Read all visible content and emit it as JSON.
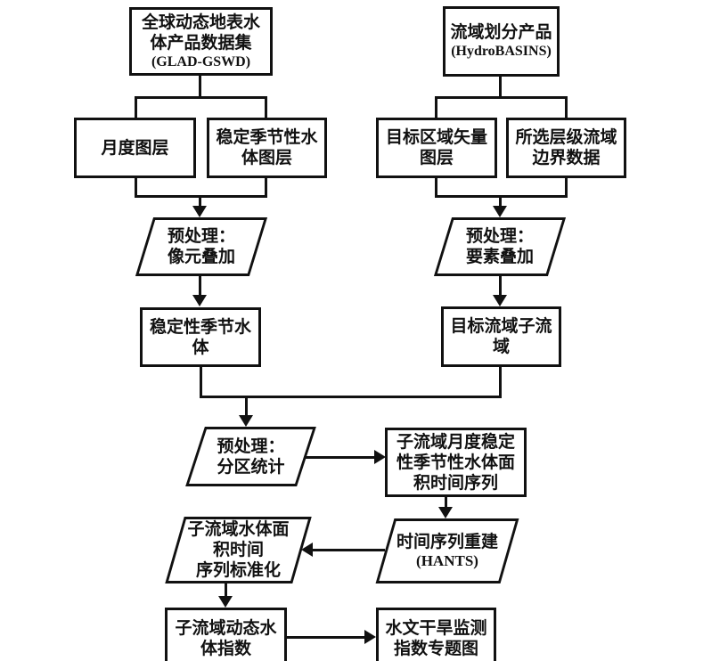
{
  "diagram": {
    "title": "水文干旱监测指数提取流程图",
    "type": "flowchart",
    "colors": {
      "line": "#111111",
      "background": "#ffffff"
    },
    "nodes": {
      "glad": {
        "text": "全球动态地表水\n体产品数据集",
        "sub": "(GLAD-GSWD)"
      },
      "hydro": {
        "text": "流域划分产品",
        "sub": "(HydroBASINS)"
      },
      "monthly": {
        "text": "月度图层"
      },
      "stable_layer": {
        "text": "稳定季节性水\n体图层"
      },
      "target_vector": {
        "text": "目标区域矢量\n图层"
      },
      "boundary": {
        "text": "所选层级流域\n边界数据"
      },
      "pre_pixel": {
        "text": "预处理：\n像元叠加"
      },
      "pre_element": {
        "text": "预处理：\n要素叠加"
      },
      "stable_water": {
        "text": "稳定性季节水\n体"
      },
      "target_sub": {
        "text": "目标流域子流\n域"
      },
      "pre_zonal": {
        "text": "预处理：\n分区统计"
      },
      "timeseries": {
        "text": "子流域月度稳定\n性季节性水体面\n积时间序列"
      },
      "hants": {
        "text": "时间序列重建",
        "sub": "(HANTS)"
      },
      "standardize": {
        "text": "子流域水体面\n积时间\n序列标准化"
      },
      "dyn_index": {
        "text": "子流域动态水\n体指数"
      },
      "thematic": {
        "text": "水文干旱监测\n指数专题图"
      }
    }
  }
}
